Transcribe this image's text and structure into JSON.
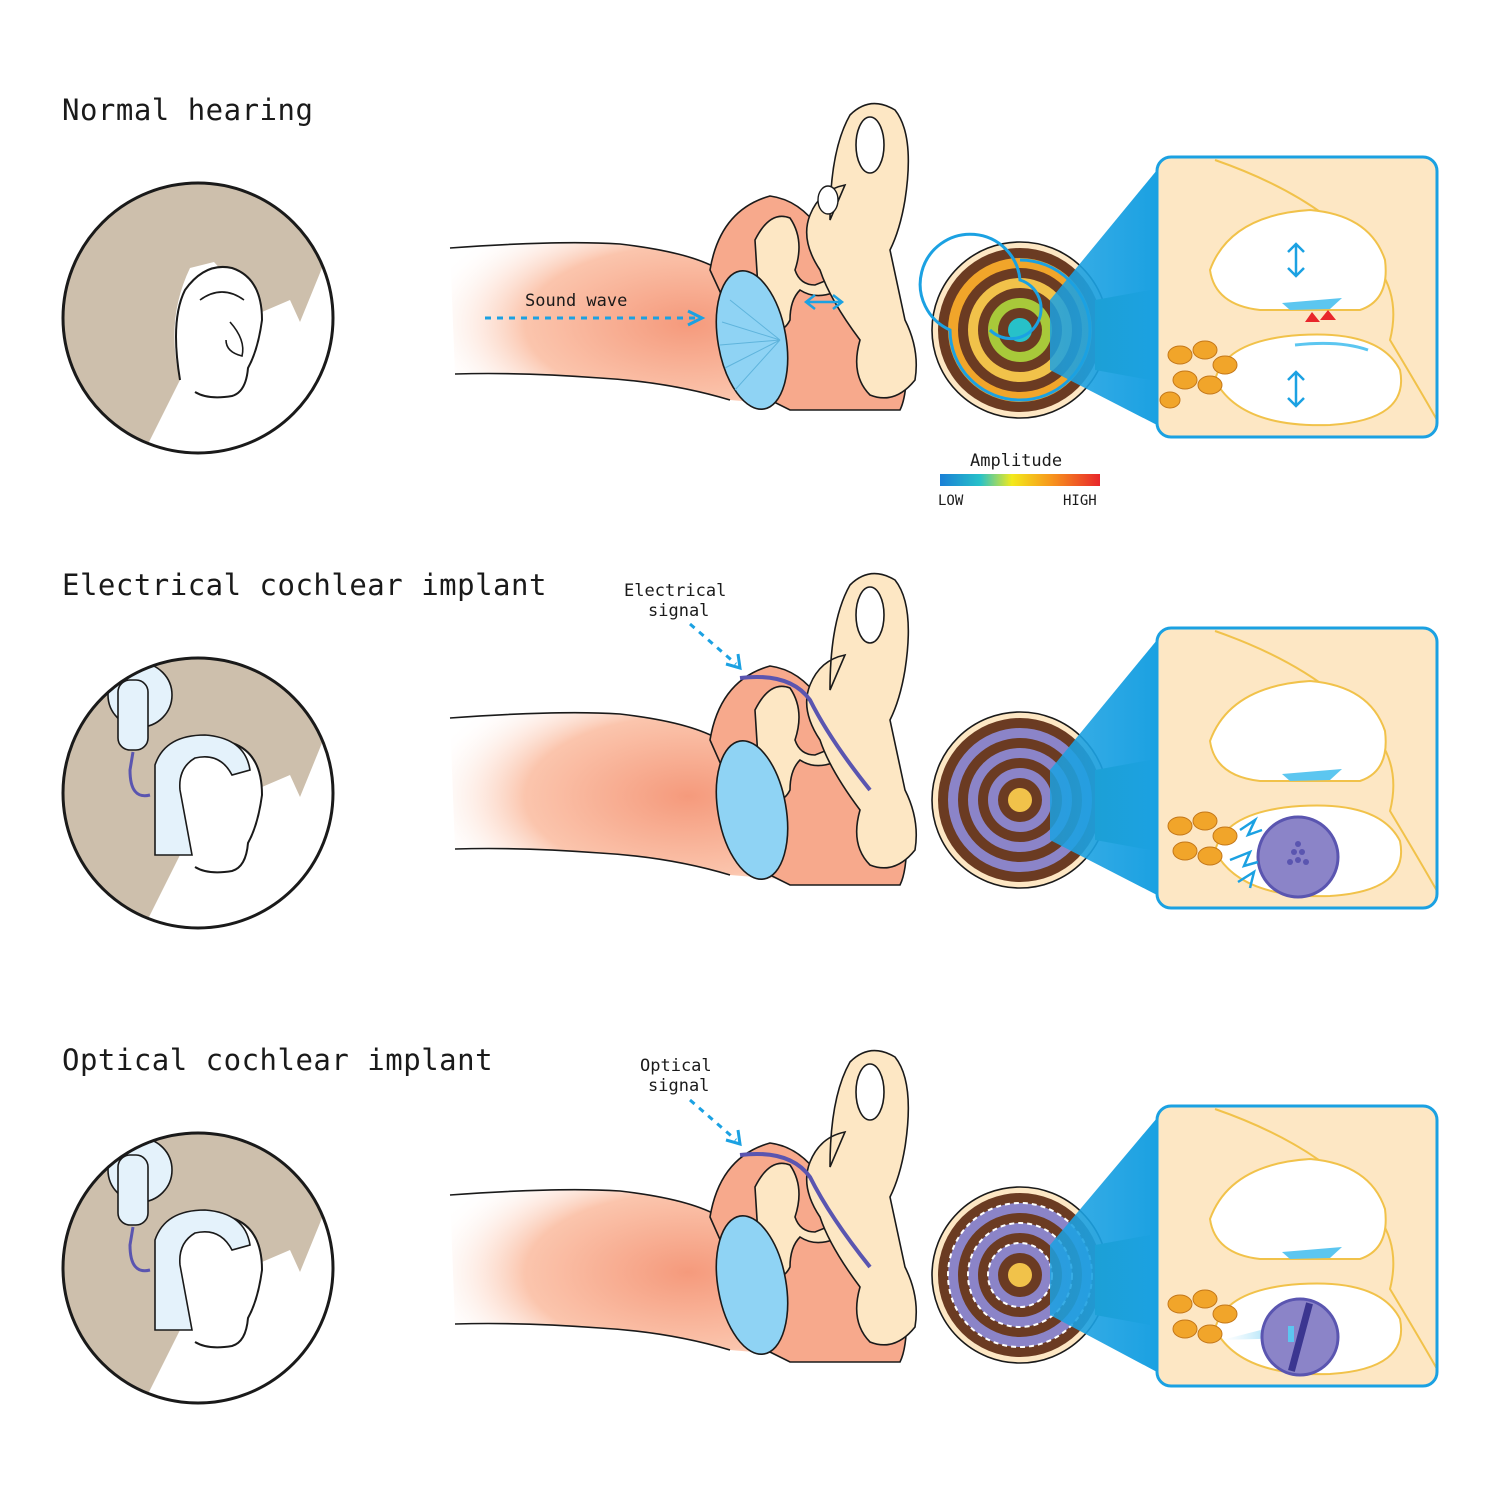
{
  "panels": [
    {
      "title": "Normal hearing",
      "annotation": [
        "Sound wave"
      ],
      "device": "none"
    },
    {
      "title": "Electrical cochlear implant",
      "annotation": [
        "Electrical",
        "signal"
      ],
      "device": "electrical"
    },
    {
      "title": "Optical cochlear implant",
      "annotation": [
        "Optical",
        "signal"
      ],
      "device": "optical"
    }
  ],
  "legend": {
    "title": "Amplitude",
    "low": "LOW",
    "high": "HIGH"
  },
  "colors": {
    "hair": "#cdbfac",
    "skin": "#fde7c4",
    "canal": "#f7a98c",
    "eardrum": "#8fd3f4",
    "accent": "#1ba1e2",
    "implant": "#5a55b0",
    "implant_fill": "#8b84c8",
    "cochlea_dark": "#6b3b22",
    "nerve": "#2f9a5a",
    "bone_line": "#f1c24a"
  }
}
